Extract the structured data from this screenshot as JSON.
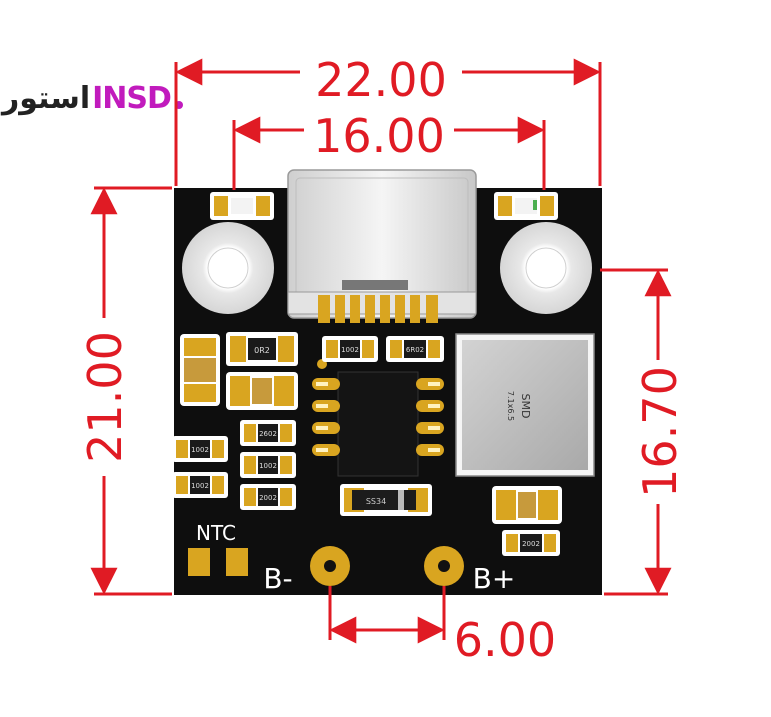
{
  "dimensions": {
    "overall_width": "22.00",
    "connector_span": "16.00",
    "overall_height": "21.00",
    "right_height": "16.70",
    "pad_spacing": "6.00"
  },
  "board": {
    "labels": {
      "ntc": "NTC",
      "b_minus": "B-",
      "b_plus": "B+"
    },
    "component_marks": {
      "inductor_top": "SMD",
      "inductor_bottom": "7.1x6.5",
      "diode": "SS34",
      "r1": "1002",
      "r2": "6R02",
      "r3": "1002",
      "r4": "1002",
      "r5": "2602",
      "r6": "1002",
      "r7": "2002",
      "r8": "2002",
      "top_chip": "0R2"
    }
  },
  "logo": {
    "text_a": "INSD",
    "text_b": "استور"
  },
  "colors": {
    "dimension": "#e01b24",
    "pcb": "#0e0e0e",
    "gold": "#d9a520",
    "usb_shell": "#e6e6e6",
    "inductor": "#bdbdbd",
    "logo": "#c11bbd"
  }
}
